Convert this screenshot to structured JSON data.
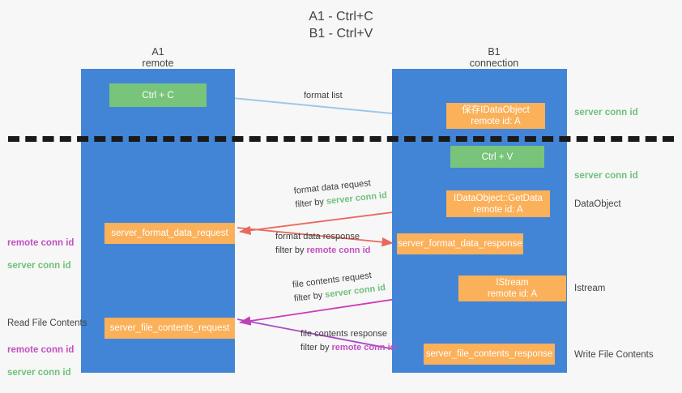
{
  "title": "A1 - Ctrl+C\nB1 - Ctrl+V",
  "columns": {
    "a1": "A1\nremote",
    "b1": "B1\nconnection"
  },
  "colors": {
    "lane": "#4285d6",
    "green_box": "#78c47b",
    "orange_box": "#fbb05a",
    "server_conn_green": "#6fc07a",
    "remote_conn_purple": "#c24fc2",
    "arrow_blue": "#9cc8ec",
    "arrow_red": "#e8695e",
    "arrow_magenta": "#cc39b8",
    "arrow_purple": "#a64bc4",
    "arrow_black": "#1a1a1a"
  },
  "boxes": {
    "ctrl_c": "Ctrl + C",
    "save_idataobject": "保存IDataObject\nremote id: A",
    "ctrl_v": "Ctrl + V",
    "getdata": "IDataObject::GetData\nremote id: A",
    "server_format_data_request": "server_format_data_request",
    "server_format_data_response": "server_format_data_response",
    "istream": "IStream\nremote id: A",
    "server_file_contents_request": "server_file_contents_request",
    "server_file_contents_response": "server_file_contents_response"
  },
  "edge_labels": {
    "format_list": "format list",
    "format_data_request": "format data request",
    "format_data_request_filter_prefix": "filter by ",
    "format_data_request_filter_key": "server conn id",
    "format_data_response": "format data response",
    "format_data_response_filter_prefix": "filter by ",
    "format_data_response_filter_key": "remote conn id",
    "file_contents_request": "file contents request",
    "file_contents_request_filter_prefix": "filter by ",
    "file_contents_request_filter_key": "server conn id",
    "file_contents_response": "file contents response",
    "file_contents_response_filter_prefix": "filter by ",
    "file_contents_response_filter_key": "remote conn id"
  },
  "side_labels": {
    "server_conn_id_top": "server conn id",
    "server_conn_id_mid": "server conn id",
    "dataobject": "DataObject",
    "istream": "Istream",
    "write_file_contents": "Write File Contents",
    "read_file_contents": "Read File Contents",
    "remote_conn_id": "remote conn id",
    "server_conn_id": "server conn id"
  }
}
